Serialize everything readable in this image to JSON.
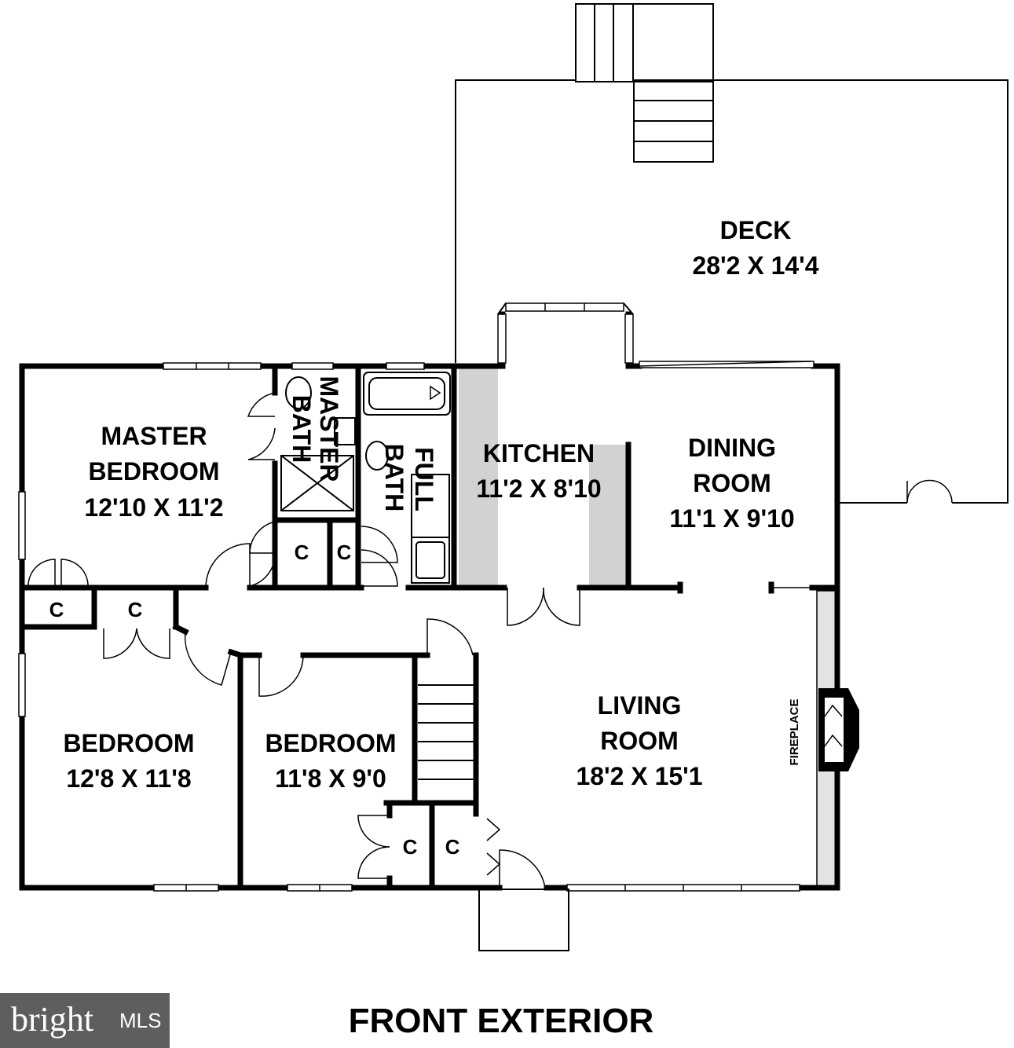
{
  "rooms": {
    "deck": {
      "name": "DECK",
      "size": "28'2 X 14'4"
    },
    "master_bedroom": {
      "name_line1": "MASTER",
      "name_line2": "BEDROOM",
      "size": "12'10 X 11'2"
    },
    "master_bath": {
      "name_line1": "MASTER",
      "name_line2": "BATH"
    },
    "full_bath": {
      "name_line1": "FULL",
      "name_line2": "BATH"
    },
    "kitchen": {
      "name": "KITCHEN",
      "size": "11'2 X 8'10"
    },
    "dining_room": {
      "name_line1": "DINING",
      "name_line2": "ROOM",
      "size": "11'1 X 9'10"
    },
    "bedroom_left": {
      "name": "BEDROOM",
      "size": "12'8 X 11'8"
    },
    "bedroom_middle": {
      "name": "BEDROOM",
      "size": "11'8 X 9'0"
    },
    "living_room": {
      "name_line1": "LIVING",
      "name_line2": "ROOM",
      "size": "18'2 X 15'1"
    }
  },
  "closet_label": "C",
  "fireplace_label": "FIREPLACE",
  "front_label": "FRONT EXTERIOR",
  "logo": {
    "brand": "bright",
    "suffix": "MLS"
  }
}
